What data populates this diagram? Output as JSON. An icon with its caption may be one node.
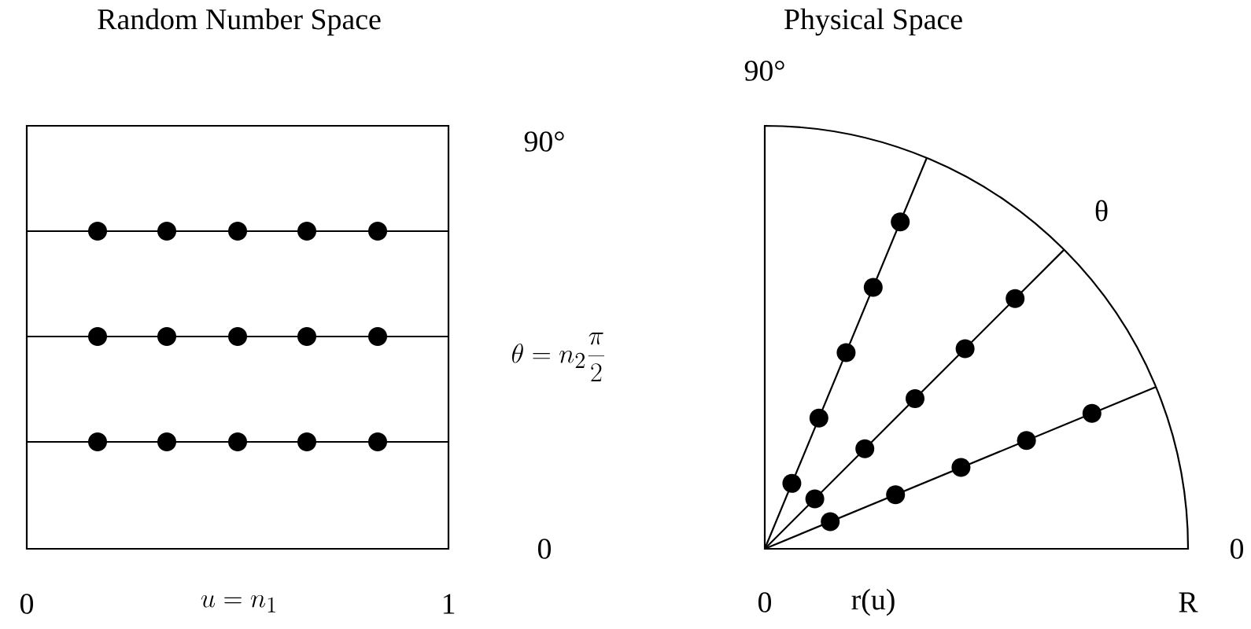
{
  "diagram": {
    "labels": [
      "Random Number Space",
      "Physical Space",
      "90°",
      "90°",
      "θ",
      "\\theta = n_2 \\frac{\\pi}{2}",
      "0",
      "0",
      "0",
      "u = n_1",
      "1",
      "0",
      "r(u)",
      "R"
    ]
  }
}
